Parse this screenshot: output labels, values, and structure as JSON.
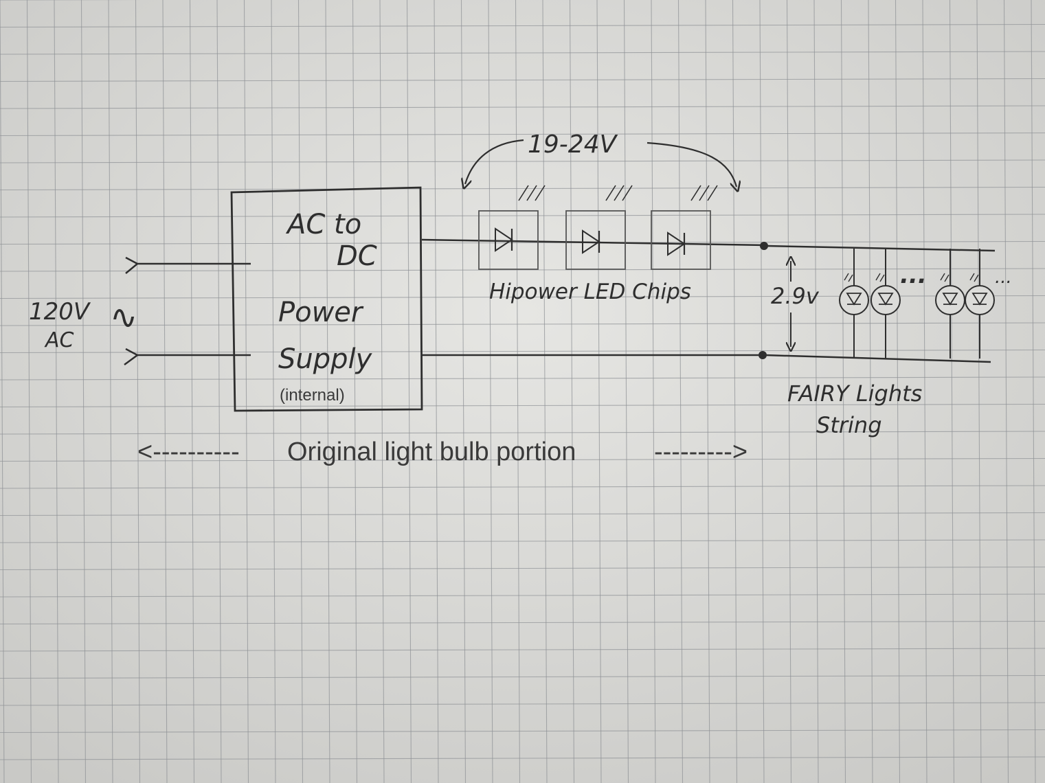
{
  "input": {
    "voltage": "120V",
    "type": "AC",
    "symbol": "∿"
  },
  "power_supply": {
    "line1": "AC to",
    "line2": "DC",
    "line3": "Power",
    "line4": "Supply",
    "note": "(internal)"
  },
  "led_chips": {
    "voltage": "19-24V",
    "label": "Hipower LED Chips",
    "count": 3
  },
  "fairy": {
    "voltage": "2.9v",
    "label_line1": "FAIRY Lights",
    "label_line2": "String",
    "ellipsis": "..."
  },
  "portion": {
    "left_arrow": "<----------",
    "text": "Original light bulb portion",
    "right_arrow": "--------->"
  },
  "colors": {
    "paper": "#dcdcd9",
    "grid": "#8f9296",
    "pencil": "#2e2e2e",
    "typed": "#3a3a3a"
  }
}
